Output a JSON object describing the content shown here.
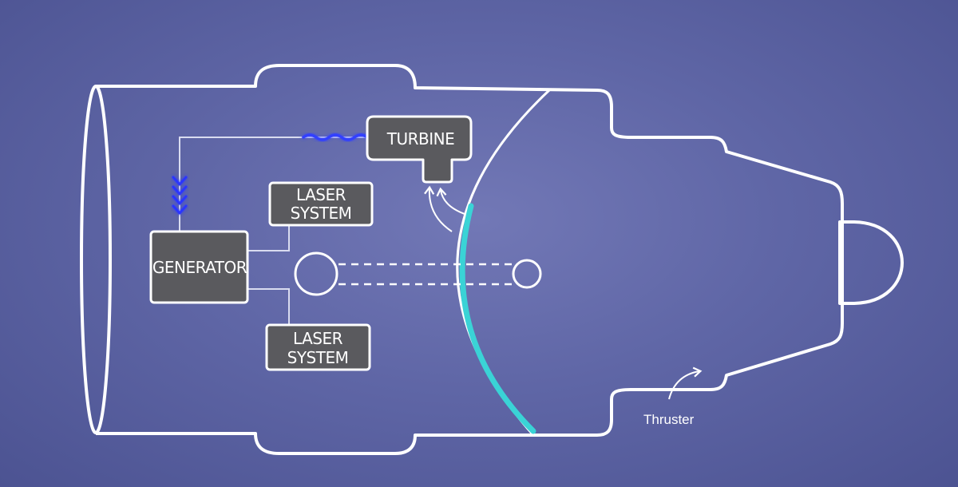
{
  "diagram": {
    "turbine_label": "TURBINE",
    "generator_label": "GENERATOR",
    "laser_top_line1": "LASER",
    "laser_top_line2": "SYSTEM",
    "laser_bottom_line1": "LASER",
    "laser_bottom_line2": "SYSTEM",
    "thruster_label": "Thruster"
  },
  "colors": {
    "background": "#5f66a6",
    "outline": "#ffffff",
    "box_fill": "#5a5a5e",
    "mirror": "#3ad3d6",
    "energy": "#2d3bff"
  }
}
